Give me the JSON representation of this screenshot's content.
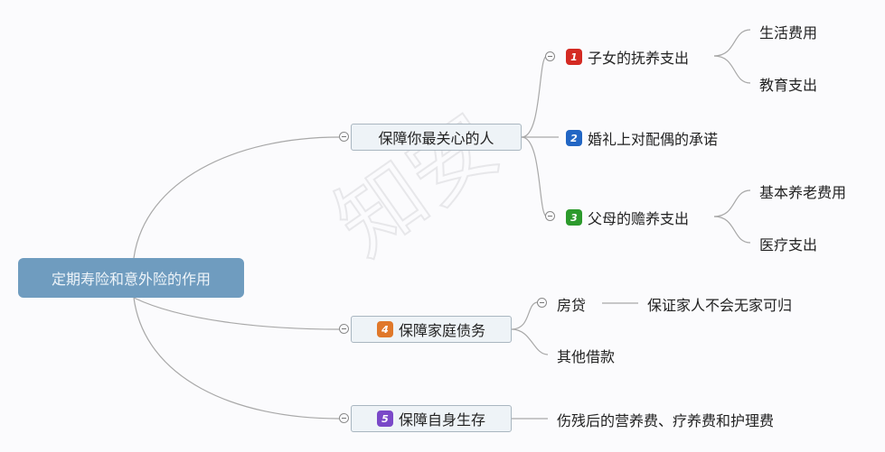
{
  "root": {
    "label": "定期寿险和意外险的作用"
  },
  "branches": [
    {
      "label": "保障你最关心的人",
      "children": [
        {
          "badge": "1",
          "badge_color": "#d42a23",
          "label": "子女的抚养支出",
          "children": [
            "生活费用",
            "教育支出"
          ]
        },
        {
          "badge": "2",
          "badge_color": "#2266c4",
          "label": "婚礼上对配偶的承诺"
        },
        {
          "badge": "3",
          "badge_color": "#2c9a2c",
          "label": "父母的赡养支出",
          "children": [
            "基本养老费用",
            "医疗支出"
          ]
        }
      ]
    },
    {
      "badge": "4",
      "badge_color": "#e0782a",
      "label": "保障家庭债务",
      "children": [
        {
          "label": "房贷",
          "children": [
            "保证家人不会无家可归"
          ]
        },
        {
          "label": "其他借款"
        }
      ]
    },
    {
      "badge": "5",
      "badge_color": "#7a48c8",
      "label": "保障自身生存",
      "children": [
        {
          "label": "伤残后的营养费、疗养费和护理费"
        }
      ]
    }
  ],
  "watermark": {
    "text": "知安"
  },
  "colors": {
    "root_bg": "#6f9cbf",
    "box_bg": "#eef3f7",
    "edge": "#a8a8a8"
  }
}
